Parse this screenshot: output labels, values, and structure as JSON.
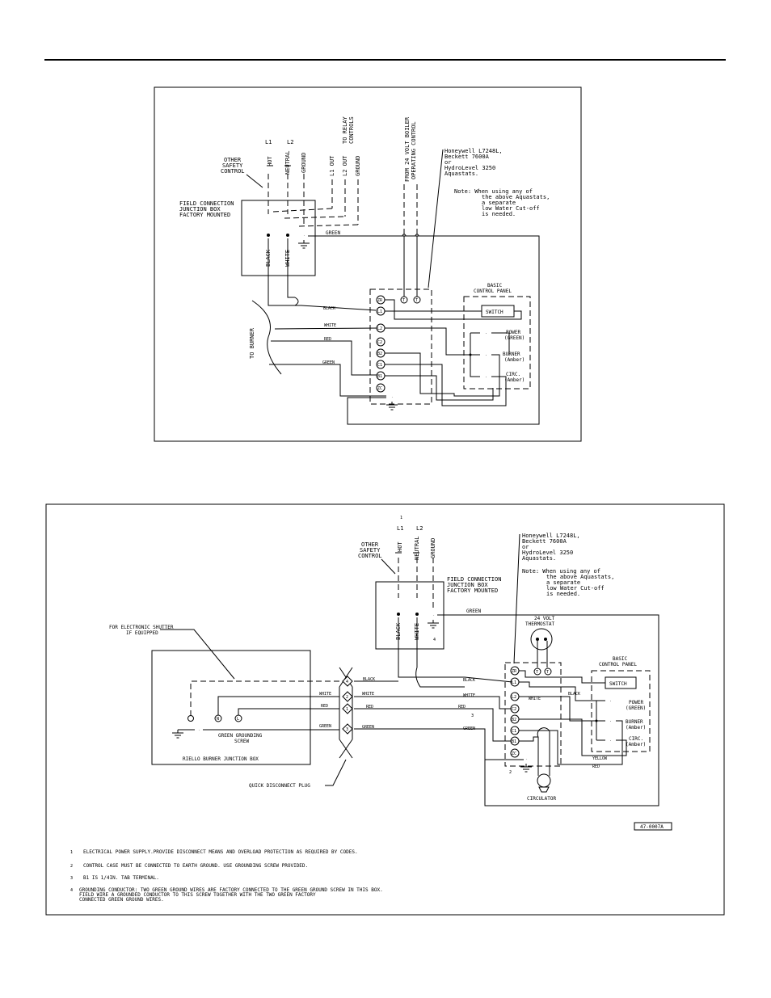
{
  "diagram1": {
    "line_labels": {
      "l1": "L1",
      "l2": "L2",
      "hot": "HOT",
      "neutral": "NEUTRAL",
      "ground": "GROUND",
      "l1_out": "L1 OUT",
      "l2_out": "L2 OUT",
      "ground2": "GROUND",
      "relay1": "TO RELAY",
      "relay2": "CONTROLS",
      "from1": "FROM 24 VOLT BOILER",
      "from2": "OPERATING CONTROL"
    },
    "other_safety": [
      "OTHER",
      "SAFETY",
      "CONTROL"
    ],
    "junction_box": [
      "FIELD CONNECTION",
      "JUNCTION BOX",
      "FACTORY MOUNTED"
    ],
    "aquastat": [
      "Honeywell L7248L,",
      "Beckett 7600A",
      "or",
      "HydroLevel 3250",
      "Aquastats."
    ],
    "note": [
      "Note: When using any of",
      "the above Aquastats,",
      "a separate",
      "low Water Cut-off",
      "is needed."
    ],
    "wires": {
      "black": "BLACK",
      "white": "WHITE",
      "red": "RED",
      "green": "GREEN",
      "green_top": "GREEN",
      "black_v": "BLACK",
      "white_v": "WHITE"
    },
    "to_burner": "TO BURNER",
    "terminals": [
      "ZR",
      "L1",
      "L2",
      "C2",
      "B2",
      "C1",
      "B1",
      "ZC"
    ],
    "t_terms": [
      "T",
      "T"
    ],
    "panel_title": [
      "BASIC",
      "CONTROL PANEL"
    ],
    "switch": "SWITCH",
    "lamps": [
      [
        "POWER",
        "(GREEN)"
      ],
      [
        "BURNER",
        "(Amber)"
      ],
      [
        "CIRC.",
        "(Amber)"
      ]
    ]
  },
  "diagram2": {
    "warn_top": "1",
    "line_labels": {
      "l1": "L1",
      "l2": "L2",
      "hot": "HOT",
      "neutral": "NEUTRAL",
      "ground": "GROUND"
    },
    "other_safety": [
      "OTHER",
      "SAFETY",
      "CONTROL"
    ],
    "junction_box": [
      "FIELD CONNECTION",
      "JUNCTION BOX",
      "FACTORY MOUNTED"
    ],
    "aquastat": [
      "Honeywell L7248L,",
      "Beckett 7600A",
      "or",
      "HydroLevel 3250",
      "Aquastats."
    ],
    "note": [
      "Note: When using any of",
      "the above Aquastats,",
      "a separate",
      "low Water Cut-off",
      "is needed."
    ],
    "thermostat": [
      "24 VOLT",
      "THERMOSTAT"
    ],
    "shutter": [
      "FOR ELECTRONIC SHUTTER",
      "IF EQUIPPED"
    ],
    "riello_box": "RIELLO BURNER JUNCTION BOX",
    "green_screw": [
      "GREEN GROUNDING",
      "SCREW"
    ],
    "quick_plug": "QUICK DISCONNECT PLUG",
    "plug_pins": [
      "4",
      "2",
      "1",
      "3"
    ],
    "pin_letters": [
      "N",
      "L"
    ],
    "wires": {
      "black": "BLACK",
      "white": "WHITE",
      "red": "RED",
      "green": "GREEN",
      "yellow": "YELLOW",
      "black_v": "BLACK",
      "white_v": "WHITE"
    },
    "terminals": [
      "ZR",
      "L1",
      "L2",
      "C2",
      "B2",
      "C1",
      "B1",
      "ZC"
    ],
    "t_terms": [
      "T",
      "T"
    ],
    "panel_title": [
      "BASIC",
      "CONTROL PANEL"
    ],
    "switch": "SWITCH",
    "lamps": [
      [
        "POWER",
        "(GREEN)"
      ],
      [
        "BURNER",
        "(Amber)"
      ],
      [
        "CIRC.",
        "(Amber)"
      ]
    ],
    "circulator": "CIRCULATOR",
    "drawing_no": "47-0007A",
    "warn_b1": "3",
    "warn_ground": "2",
    "warn_jb": "4"
  },
  "notes": [
    {
      "num": "1",
      "text": "ELECTRICAL POWER SUPPLY.PROVIDE DISCONNECT MEANS AND OVERLOAD PROTECTION AS REQUIRED BY CODES."
    },
    {
      "num": "2",
      "text": "CONTROL CASE MUST BE CONNECTED TO EARTH GROUND. USE GROUNDING SCREW PROVIDED."
    },
    {
      "num": "3",
      "text": "B1 IS 1/4IN. TAB TERMINAL."
    },
    {
      "num": "4",
      "text": "GROUNDING CONDUCTOR: TWO GREEN GROUND WIRES ARE FACTORY CONNECTED TO THE GREEN GROUND SCREW IN THIS BOX."
    },
    {
      "num": "",
      "text": "FIELD WIRE A GROUNDED CONDUCTOR TO THIS SCREW TOGETHER WITH THE TWO GREEN FACTORY"
    },
    {
      "num": "",
      "text": "CONNECTED GREEN GROUND WIRES."
    }
  ]
}
